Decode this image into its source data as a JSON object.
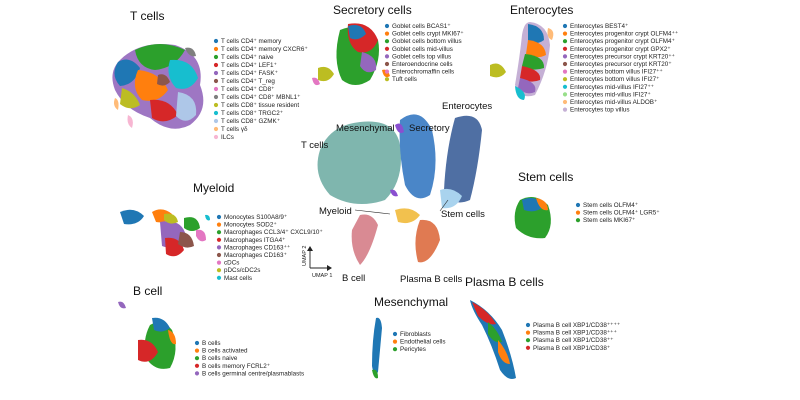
{
  "figure": {
    "panels": {
      "t_cells": {
        "title": "T cells",
        "legend": [
          {
            "label": "T cells CD4⁺ memory",
            "color": "#1f77b4"
          },
          {
            "label": "T cells CD4⁺ memory CXCR6⁺",
            "color": "#ff7f0e"
          },
          {
            "label": "T cells CD4⁺ naive",
            "color": "#2ca02c"
          },
          {
            "label": "T cells CD4⁺ LEF1⁺",
            "color": "#d62728"
          },
          {
            "label": "T cells CD4⁺ FASK⁺",
            "color": "#9467bd"
          },
          {
            "label": "T cells CD4⁺ T_reg",
            "color": "#8c564b"
          },
          {
            "label": "T cells CD4⁺ CD8⁺",
            "color": "#e377c2"
          },
          {
            "label": "T cells CD4⁺ CD8⁺ MBNL1⁺",
            "color": "#7f7f7f"
          },
          {
            "label": "T cells CD8⁺ tissue resident",
            "color": "#bcbd22"
          },
          {
            "label": "T cells CD8⁺ TRGC2⁺",
            "color": "#17becf"
          },
          {
            "label": "T cells CD8⁺ GZMK⁺",
            "color": "#aec7e8"
          },
          {
            "label": "T cells γδ",
            "color": "#ffbb78"
          },
          {
            "label": "ILCs",
            "color": "#f7b6d2"
          }
        ]
      },
      "secretory_cells": {
        "title": "Secretory cells",
        "legend": [
          {
            "label": "Goblet cells BCAS1⁺",
            "color": "#1f77b4"
          },
          {
            "label": "Goblet cells crypt MKI67⁺",
            "color": "#ff7f0e"
          },
          {
            "label": "Goblet cells bottom villus",
            "color": "#2ca02c"
          },
          {
            "label": "Goblet cells mid-villus",
            "color": "#d62728"
          },
          {
            "label": "Goblet cells top villus",
            "color": "#9467bd"
          },
          {
            "label": "Enteroendocrine cells",
            "color": "#8c564b"
          },
          {
            "label": "Enterochromaffin cells",
            "color": "#e377c2"
          },
          {
            "label": "Tuft cells",
            "color": "#bcbd22"
          }
        ]
      },
      "enterocytes": {
        "title": "Enterocytes",
        "legend": [
          {
            "label": "Enterocytes BEST4⁺",
            "color": "#1f77b4"
          },
          {
            "label": "Enterocytes progenitor crypt OLFM4⁺⁺",
            "color": "#ff7f0e"
          },
          {
            "label": "Enterocytes progenitor crypt OLFM4⁺",
            "color": "#2ca02c"
          },
          {
            "label": "Enterocytes progenitor crypt GPX2⁺",
            "color": "#d62728"
          },
          {
            "label": "Enterocytes precursor crypt KRT20⁺⁺",
            "color": "#9467bd"
          },
          {
            "label": "Enterocytes precursor crypt KRT20⁺",
            "color": "#8c564b"
          },
          {
            "label": "Enterocytes bottom villus IFI27⁺⁺",
            "color": "#e377c2"
          },
          {
            "label": "Enterocytes bottom villus IFI27⁺",
            "color": "#bcbd22"
          },
          {
            "label": "Enterocytes mid-villus IFI27⁺⁺",
            "color": "#17becf"
          },
          {
            "label": "Enterocytes mid-villus IFI27⁺",
            "color": "#98df8a"
          },
          {
            "label": "Enterocytes mid-villus ALDOB⁺",
            "color": "#ffbb78"
          },
          {
            "label": "Enterocytes top villus",
            "color": "#c5b0d5"
          }
        ]
      },
      "myeloid": {
        "title": "Myeloid",
        "legend": [
          {
            "label": "Monocytes S100A8/9⁺",
            "color": "#1f77b4"
          },
          {
            "label": "Monocytes SOD2⁺",
            "color": "#ff7f0e"
          },
          {
            "label": "Macrophages CCL3/4⁺ CXCL9/10⁺",
            "color": "#2ca02c"
          },
          {
            "label": "Macrophages ITGA4⁺",
            "color": "#d62728"
          },
          {
            "label": "Macrophages CD163⁺⁺",
            "color": "#9467bd"
          },
          {
            "label": "Macrophages CD163⁺",
            "color": "#8c564b"
          },
          {
            "label": "cDCs",
            "color": "#e377c2"
          },
          {
            "label": "pDCs/cDC2s",
            "color": "#bcbd22"
          },
          {
            "label": "Mast cells",
            "color": "#17becf"
          }
        ]
      },
      "stem_cells": {
        "title": "Stem cells",
        "legend": [
          {
            "label": "Stem cells OLFM4⁺",
            "color": "#1f77b4"
          },
          {
            "label": "Stem cells OLFM4⁺ LGR5⁺",
            "color": "#ff7f0e"
          },
          {
            "label": "Stem cells MKI67⁺",
            "color": "#2ca02c"
          }
        ]
      },
      "b_cell": {
        "title": "B cell",
        "legend": [
          {
            "label": "B cells",
            "color": "#1f77b4"
          },
          {
            "label": "B cells activated",
            "color": "#ff7f0e"
          },
          {
            "label": "B cells naive",
            "color": "#2ca02c"
          },
          {
            "label": "B cells memory FCRL2⁺",
            "color": "#d62728"
          },
          {
            "label": "B cells germinal centre/plasmablasts",
            "color": "#9467bd"
          }
        ]
      },
      "mesenchymal": {
        "title": "Mesenchymal",
        "legend": [
          {
            "label": "Fibroblasts",
            "color": "#1f77b4"
          },
          {
            "label": "Endothelial cells",
            "color": "#ff7f0e"
          },
          {
            "label": "Pericytes",
            "color": "#2ca02c"
          }
        ]
      },
      "plasma_b_cells": {
        "title": "Plasma B cells",
        "legend": [
          {
            "label": "Plasma B cell XBP1/CD38⁺⁺⁺⁺",
            "color": "#1f77b4"
          },
          {
            "label": "Plasma B cell XBP1/CD38⁺⁺⁺",
            "color": "#ff7f0e"
          },
          {
            "label": "Plasma B cell XBP1/CD38⁺⁺",
            "color": "#2ca02c"
          },
          {
            "label": "Plasma B cell XBP1/CD38⁺",
            "color": "#d62728"
          }
        ]
      }
    },
    "center_labels": {
      "enterocytes": "Enterocytes",
      "mesenchymal": "Mesenchymal",
      "secretory": "Secretory",
      "t_cells": "T cells",
      "myeloid": "Myeloid",
      "stem_cells": "Stem cells",
      "b_cell": "B cell",
      "plasma_b_cells": "Plasma B cells"
    },
    "axes": {
      "x_label": "UMAP 1",
      "y_label": "UMAP 2"
    },
    "center_colors": {
      "t_cells": "#7fb6ae",
      "secretory": "#4a86c8",
      "enterocytes": "#4f6fa3",
      "stem_cells": "#a9d3ee",
      "myeloid": "#f2c14e",
      "b_cell": "#d98a93",
      "plasma_b_cells": "#e07a52",
      "mesenchymal": "#8a4fd0"
    }
  }
}
